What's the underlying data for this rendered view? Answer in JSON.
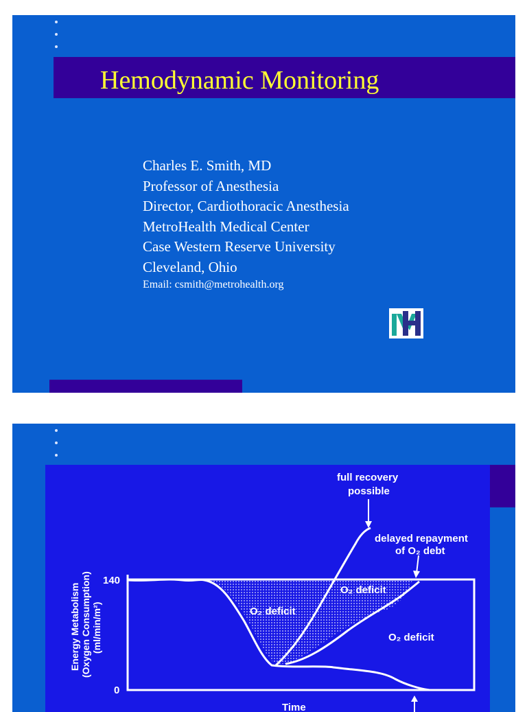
{
  "slide1": {
    "title": "Hemodynamic Monitoring",
    "author_lines": [
      "Charles E. Smith, MD",
      "Professor of Anesthesia",
      "Director, Cardiothoracic Anesthesia",
      "MetroHealth Medical Center",
      "Case Western Reserve University",
      "Cleveland, Ohio"
    ],
    "email": "Email: csmith@metrohealth.org",
    "logo_icon": "metrohealth-logo-icon",
    "colors": {
      "background": "#0a5fd0",
      "band": "#330099",
      "title": "#ffff33",
      "text": "#ffffff"
    }
  },
  "slide2": {
    "graph": {
      "ylabel_line1": "Energy Metabolism",
      "ylabel_line2": "(Oxygen Consumption)",
      "ylabel_line3": "(ml/min/m²)",
      "ytick_top": "140",
      "ytick_bottom": "0",
      "xlabel": "Time",
      "annotation_full_recovery_1": "full recovery",
      "annotation_full_recovery_2": "possible",
      "annotation_delayed_1": "delayed repayment",
      "annotation_delayed_2": "of O₂ debt",
      "label_deficit_left": "O₂ deficit",
      "label_deficit_mid": "O₂ deficit",
      "label_deficit_right": "O₂ deficit"
    }
  }
}
